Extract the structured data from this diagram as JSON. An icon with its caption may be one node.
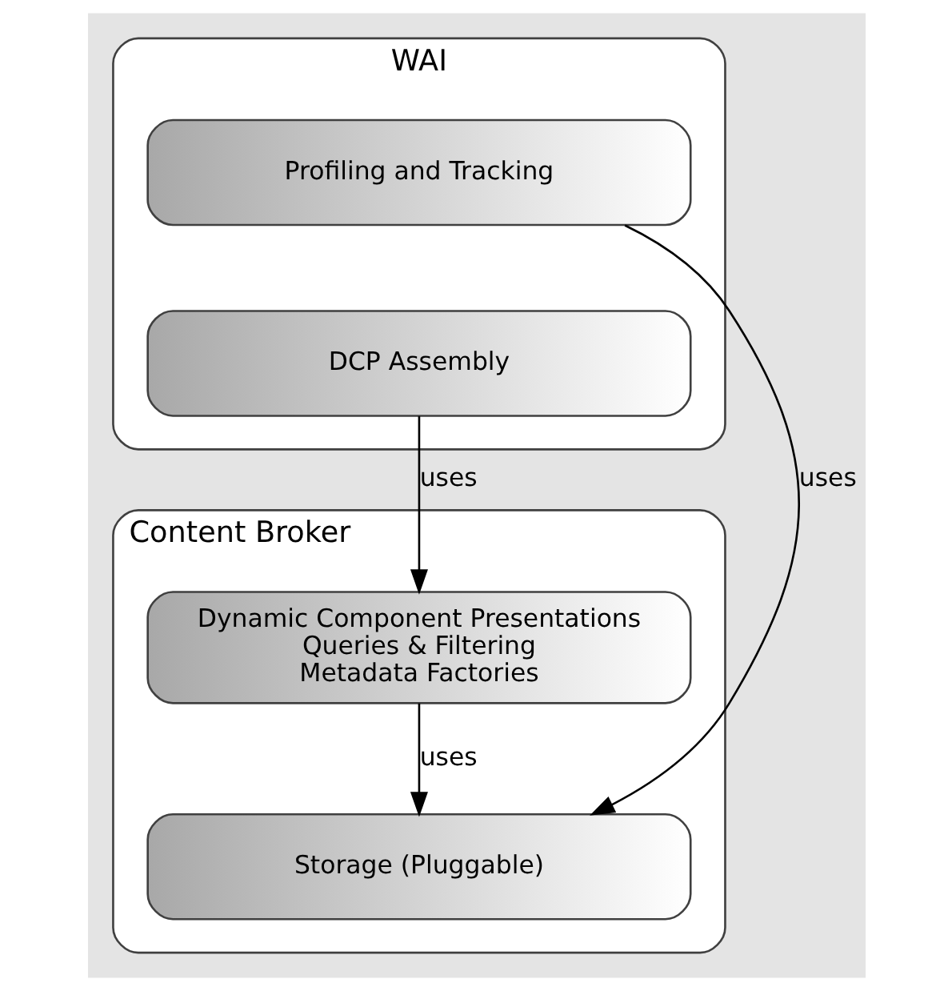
{
  "diagram": {
    "nodes": [
      {
        "text": [
          "WAI"
        ]
      },
      {
        "text": [
          "Profiling and Tracking"
        ],
        "in": 0
      },
      {
        "text": [
          "DCP Assembly"
        ],
        "in": 0
      },
      {
        "text": [
          "Content Broker"
        ]
      },
      {
        "text": [
          "Dynamic Component Presentations",
          "Queries & Filtering",
          "Metadata Factories"
        ],
        "in": 3
      },
      {
        "text": [
          "Storage (Pluggable)"
        ],
        "in": 3
      }
    ],
    "edges": [
      {
        "from": 2,
        "to": 4,
        "label": "uses",
        "arrow": "to"
      },
      {
        "from": 4,
        "to": 5,
        "label": "uses",
        "arrow": "to"
      },
      {
        "from": 1,
        "to": 5,
        "label": "uses",
        "arrow": "to"
      }
    ]
  }
}
